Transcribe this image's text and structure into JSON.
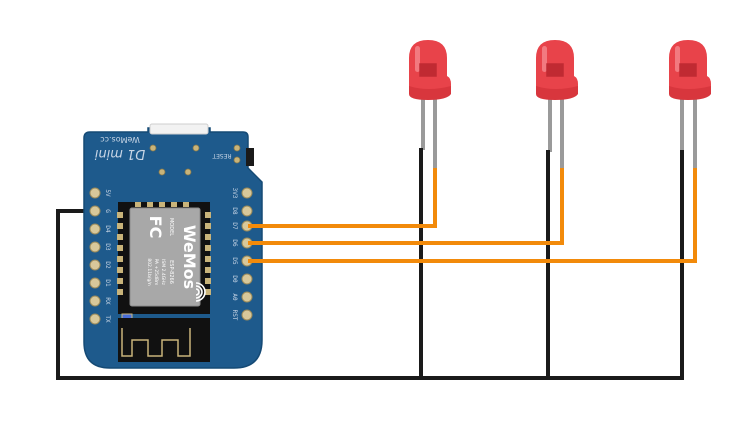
{
  "diagram": {
    "title": "",
    "board": {
      "name": "D1 mini",
      "brand": "WeMos.cc",
      "reset_label": "RESET",
      "module": {
        "brand": "WeMos",
        "fcc": "FC",
        "model_label": "MODEL",
        "model": "ESP-8266",
        "specs": [
          "ISM 2.4GHz",
          "PA +25dBm",
          "802.11b/g/n"
        ]
      },
      "left_pins": [
        "5V",
        "G",
        "D4",
        "D3",
        "D2",
        "D1",
        "RX",
        "TX"
      ],
      "right_pins": [
        "3V3",
        "D8",
        "D7",
        "D6",
        "D5",
        "D0",
        "A0",
        "RST"
      ]
    },
    "leds": [
      {
        "id": "led1",
        "color": "red",
        "anode_pin": "D7"
      },
      {
        "id": "led2",
        "color": "red",
        "anode_pin": "D6"
      },
      {
        "id": "led3",
        "color": "red",
        "anode_pin": "D5"
      }
    ],
    "wires": [
      {
        "from": "G",
        "to": "led cathodes (common ground)",
        "color": "#1a1a1a"
      },
      {
        "from": "D7",
        "to": "led1 anode",
        "color": "#f28a0a"
      },
      {
        "from": "D6",
        "to": "led2 anode",
        "color": "#f28a0a"
      },
      {
        "from": "D5",
        "to": "led3 anode",
        "color": "#f28a0a"
      }
    ],
    "colors": {
      "board": "#1e5a8c",
      "board_edge": "#154a75",
      "signal_wire": "#f28a0a",
      "ground_wire": "#1a1a1a",
      "led_body": "#e8434a",
      "lead": "#9a9a9a",
      "module_shield": "#a8a8a8",
      "pad": "#d8c89a"
    }
  }
}
